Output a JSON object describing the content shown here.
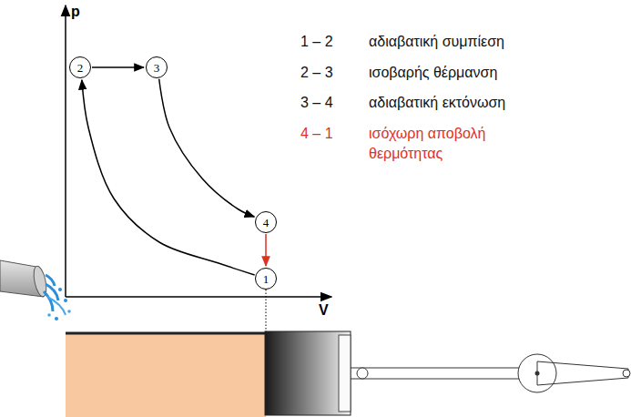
{
  "diagram": {
    "nodes": [
      {
        "text": [
          "1"
        ]
      },
      {
        "text": [
          "2"
        ]
      },
      {
        "text": [
          "3"
        ]
      },
      {
        "text": [
          "4"
        ]
      }
    ],
    "edges": [
      {
        "from": 0,
        "to": 1,
        "arrow": "to"
      },
      {
        "from": 1,
        "to": 2,
        "arrow": "to"
      },
      {
        "from": 2,
        "to": 3,
        "arrow": "to"
      },
      {
        "from": 3,
        "to": 0,
        "arrow": "to"
      }
    ],
    "labels": [
      "p",
      "V",
      "1 – 2",
      "αδιαβατική συμπίεση",
      "2 – 3",
      "ισοβαρής θέρμανση",
      "3 – 4",
      "αδιαβατική εκτόνωση",
      "4 – 1",
      "ισόχωρη αποβολή θερμότητας"
    ]
  }
}
